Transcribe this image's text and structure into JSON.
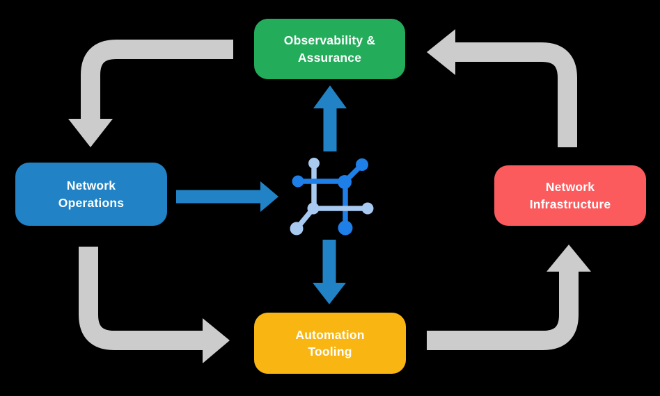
{
  "nodes": {
    "top": {
      "id": "observability-assurance",
      "label": "Observability & Assurance",
      "color": "#23AD5B"
    },
    "left": {
      "id": "network-operations",
      "label": "Network Operations",
      "color": "#2183C5"
    },
    "right": {
      "id": "network-infrastructure",
      "label": "Network Infrastructure",
      "color": "#FB5B5D"
    },
    "bottom": {
      "id": "automation-tooling",
      "label": "Automation Tooling",
      "color": "#F9B612"
    }
  },
  "center_icon": "network-graph-icon",
  "edges": {
    "cycle": [
      {
        "from": "observability-assurance",
        "to": "network-operations"
      },
      {
        "from": "network-operations",
        "to": "automation-tooling"
      },
      {
        "from": "automation-tooling",
        "to": "network-infrastructure"
      },
      {
        "from": "network-infrastructure",
        "to": "observability-assurance"
      }
    ],
    "flow": [
      {
        "from": "network-operations",
        "to": "network-graph-icon"
      },
      {
        "from": "network-graph-icon",
        "to": "observability-assurance"
      },
      {
        "from": "network-graph-icon",
        "to": "automation-tooling"
      }
    ]
  },
  "colors": {
    "node-top": "#23AD5B",
    "node-left": "#2183C5",
    "node-right": "#FB5B5D",
    "node-bottom": "#F9B612",
    "cycle-arrow": "#CCCCCC",
    "flow-arrow": "#2183C5",
    "icon-dark": "#1E7FE8",
    "icon-light": "#A8C9F0",
    "background": "#000000",
    "label-text": "#FFFFFF"
  }
}
